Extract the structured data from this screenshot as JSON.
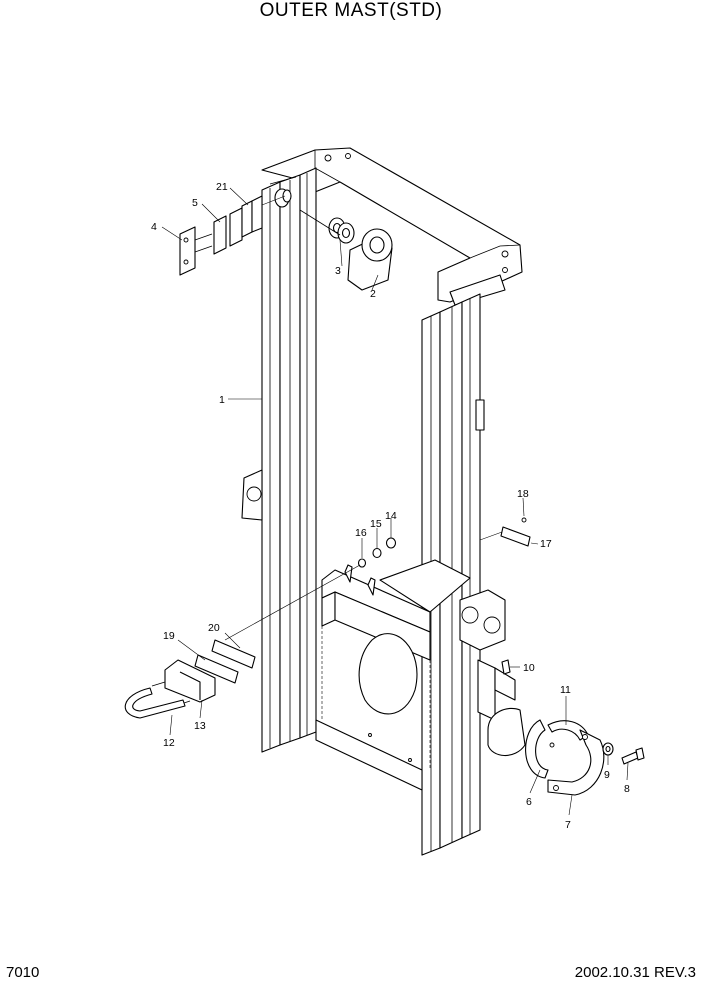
{
  "header": {
    "title": "OUTER MAST(STD)"
  },
  "footer": {
    "page_code": "7010",
    "revision": "2002.10.31 REV.3"
  },
  "callouts": {
    "c1": "1",
    "c2": "2",
    "c3": "3",
    "c4": "4",
    "c5": "5",
    "c6": "6",
    "c7": "7",
    "c8": "8",
    "c9": "9",
    "c10": "10",
    "c11": "11",
    "c12": "12",
    "c13": "13",
    "c14": "14",
    "c15": "15",
    "c16": "16",
    "c17": "17",
    "c18": "18",
    "c19": "19",
    "c20": "20",
    "c21": "21"
  }
}
